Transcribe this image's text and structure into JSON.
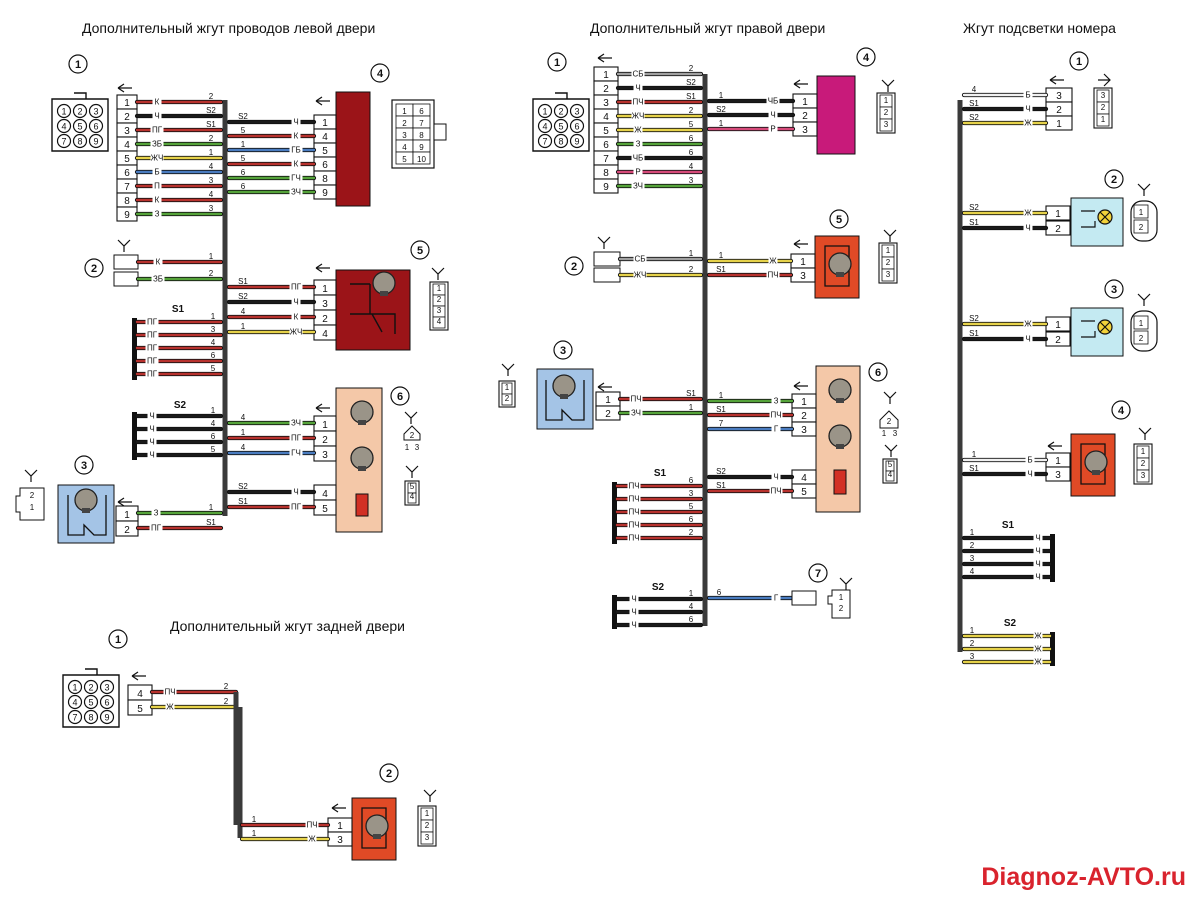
{
  "titles": {
    "left_door": "Дополнительный жгут проводов левой двери",
    "right_door": "Дополнительный жгут правой двери",
    "plate": "Жгут подсветки номера",
    "rear_door": "Дополнительный жгут задней двери"
  },
  "site_label": "Diagnoz-AVTO.ru",
  "colors": {
    "red": "#b8322e",
    "black": "#1a1a1a",
    "green": "#55a33a",
    "blue": "#4a7cc0",
    "yellow": "#e6d24a",
    "white": "#f0f0f0",
    "gray": "#a0a0a0",
    "pink": "#d64a7a",
    "harness": "#3a3a3a",
    "comp_maroon": "#9b1418",
    "comp_magenta": "#c81a7a",
    "comp_orange": "#e04a26",
    "comp_peach": "#f4c8a8",
    "comp_blue": "#a4c4e6",
    "comp_cyan": "#c4eaf2"
  },
  "left_door": {
    "markers": [
      "1",
      "2",
      "3",
      "4",
      "5",
      "6"
    ],
    "c1_pins": [
      "1",
      "2",
      "3",
      "4",
      "5",
      "6",
      "7",
      "8",
      "9"
    ],
    "c1_wires": [
      {
        "label": "К",
        "end": "2",
        "color": "red"
      },
      {
        "label": "Ч",
        "end": "S2",
        "color": "black"
      },
      {
        "label": "ПГ",
        "end": "S1",
        "color": "red"
      },
      {
        "label": "ЗБ",
        "end": "2",
        "color": "green"
      },
      {
        "label": "ЖЧ",
        "end": "1",
        "color": "yellow"
      },
      {
        "label": "Б",
        "end": "4",
        "color": "blue"
      },
      {
        "label": "П",
        "end": "3",
        "color": "red"
      },
      {
        "label": "К",
        "end": "4",
        "color": "red"
      },
      {
        "label": "З",
        "end": "3",
        "color": "green"
      }
    ],
    "c4_pins": [
      "1",
      "2",
      "3",
      "4",
      "5",
      "6",
      "7",
      "8",
      "9"
    ],
    "c4_visible_pins": [
      "1",
      "4",
      "5",
      "6",
      "8",
      "9"
    ],
    "c4_wires": [
      {
        "start": "S2",
        "label": "Ч",
        "color": "black"
      },
      {
        "start": "5",
        "label": "К",
        "color": "red"
      },
      {
        "start": "1",
        "label": "ГБ",
        "color": "blue"
      },
      {
        "start": "5",
        "label": "К",
        "color": "red"
      },
      {
        "start": "6",
        "label": "ГЧ",
        "color": "green"
      },
      {
        "start": "6",
        "label": "ЗЧ",
        "color": "green"
      }
    ],
    "c4_face": [
      "1",
      "6",
      "2",
      "7",
      "3",
      "8",
      "4",
      "9",
      "5",
      "10"
    ],
    "c2_wires": [
      {
        "label": "К",
        "end": "1",
        "color": "red"
      },
      {
        "label": "ЗБ",
        "end": "2",
        "color": "green"
      }
    ],
    "c5_wires": [
      {
        "start": "S1",
        "label": "ПГ",
        "pin": "1",
        "color": "red"
      },
      {
        "start": "S2",
        "label": "Ч",
        "pin": "3",
        "color": "black"
      },
      {
        "start": "4",
        "label": "К",
        "pin": "2",
        "color": "red"
      },
      {
        "start": "1",
        "label": "ЖЧ",
        "pin": "4",
        "color": "yellow"
      }
    ],
    "c5_face": [
      "1",
      "2",
      "3",
      "4"
    ],
    "s1_label": "S1",
    "s1_wires": [
      {
        "label": "ПГ",
        "end": "1"
      },
      {
        "label": "ПГ",
        "end": "3"
      },
      {
        "label": "ПГ",
        "end": "4"
      },
      {
        "label": "ПГ",
        "end": "6"
      },
      {
        "label": "ПГ",
        "end": "5"
      }
    ],
    "s2_label": "S2",
    "s2_wires": [
      {
        "label": "Ч",
        "end": "1"
      },
      {
        "label": "Ч",
        "end": "4"
      },
      {
        "label": "Ч",
        "end": "6"
      },
      {
        "label": "Ч",
        "end": "5"
      }
    ],
    "c6_wires": [
      {
        "start": "4",
        "label": "ЗЧ",
        "pin": "1",
        "color": "green"
      },
      {
        "start": "1",
        "label": "ПГ",
        "pin": "2",
        "color": "red"
      },
      {
        "start": "4",
        "label": "ГЧ",
        "pin": "3",
        "color": "blue"
      },
      {
        "start": "S2",
        "label": "Ч",
        "pin": "4",
        "color": "black"
      },
      {
        "start": "S1",
        "label": "ПГ",
        "pin": "5",
        "color": "red"
      }
    ],
    "c6_face_a": [
      "2",
      "1",
      "3"
    ],
    "c6_face_b": [
      "5",
      "4"
    ],
    "c3_wires": [
      {
        "label": "З",
        "end": "1",
        "pin": "1",
        "color": "green"
      },
      {
        "label": "ПГ",
        "end": "S1",
        "pin": "2",
        "color": "red"
      }
    ],
    "c3_face": [
      "2",
      "1"
    ]
  },
  "right_door": {
    "markers": [
      "1",
      "2",
      "3",
      "4",
      "5",
      "6",
      "7"
    ],
    "c1_pins": [
      "1",
      "2",
      "3",
      "4",
      "5",
      "6",
      "7",
      "8",
      "9"
    ],
    "c1_wires": [
      {
        "label": "СБ",
        "end": "2",
        "color": "gray"
      },
      {
        "label": "Ч",
        "end": "S2",
        "color": "black"
      },
      {
        "label": "ПЧ",
        "end": "S1",
        "color": "red"
      },
      {
        "label": "ЖЧ",
        "end": "2",
        "color": "yellow"
      },
      {
        "label": "Ж",
        "end": "5",
        "color": "yellow"
      },
      {
        "label": "З",
        "end": "6",
        "color": "green"
      },
      {
        "label": "ЧБ",
        "end": "6",
        "color": "black"
      },
      {
        "label": "Р",
        "end": "4",
        "color": "pink"
      },
      {
        "label": "ЗЧ",
        "end": "3",
        "color": "green"
      }
    ],
    "c4_wires": [
      {
        "start": "1",
        "label": "ЧБ",
        "pin": "1",
        "color": "black"
      },
      {
        "start": "S2",
        "label": "Ч",
        "pin": "2",
        "color": "black"
      },
      {
        "start": "1",
        "label": "Р",
        "pin": "3",
        "color": "pink"
      }
    ],
    "c4_face": [
      "1",
      "2",
      "3"
    ],
    "c2_wires": [
      {
        "label": "СБ",
        "end": "1",
        "color": "gray"
      },
      {
        "label": "ЖЧ",
        "end": "2",
        "color": "yellow"
      }
    ],
    "c5_wires": [
      {
        "start": "1",
        "label": "Ж",
        "pin": "1",
        "color": "yellow"
      },
      {
        "start": "S1",
        "label": "ПЧ",
        "pin": "3",
        "color": "red"
      }
    ],
    "c5_face": [
      "1",
      "2",
      "3"
    ],
    "c3_wires": [
      {
        "label": "ПЧ",
        "end": "S1",
        "pin": "1",
        "color": "red"
      },
      {
        "label": "ЗЧ",
        "end": "1",
        "pin": "2",
        "color": "green"
      }
    ],
    "c3_face": [
      "1",
      "2"
    ],
    "c6_wires": [
      {
        "start": "1",
        "label": "З",
        "pin": "1",
        "color": "green"
      },
      {
        "start": "S1",
        "label": "ПЧ",
        "pin": "2",
        "color": "red"
      },
      {
        "start": "7",
        "label": "Г",
        "pin": "3",
        "color": "blue"
      },
      {
        "start": "S2",
        "label": "Ч",
        "pin": "4",
        "color": "black"
      },
      {
        "start": "S1",
        "label": "ПЧ",
        "pin": "5",
        "color": "red"
      }
    ],
    "c6_face_a": [
      "2",
      "1",
      "3"
    ],
    "c6_face_b": [
      "5",
      "4"
    ],
    "s1_label": "S1",
    "s1_wires": [
      {
        "label": "ПЧ",
        "end": "6"
      },
      {
        "label": "ПЧ",
        "end": "3"
      },
      {
        "label": "ПЧ",
        "end": "5"
      },
      {
        "label": "ПЧ",
        "end": "6"
      },
      {
        "label": "ПЧ",
        "end": "2"
      }
    ],
    "s2_label": "S2",
    "s2_wires": [
      {
        "label": "Ч",
        "end": "1"
      },
      {
        "label": "Ч",
        "end": "4"
      },
      {
        "label": "Ч",
        "end": "6"
      }
    ],
    "c7_wire": {
      "start": "6",
      "label": "Г",
      "color": "blue"
    },
    "c7_face": [
      "1",
      "2"
    ]
  },
  "plate": {
    "markers": [
      "1",
      "2",
      "3",
      "4"
    ],
    "c1_wires": [
      {
        "start": "4",
        "label": "Б",
        "pin": "3",
        "color": "white"
      },
      {
        "start": "S1",
        "label": "Ч",
        "pin": "2",
        "color": "black"
      },
      {
        "start": "S2",
        "label": "Ж",
        "pin": "1",
        "color": "yellow"
      }
    ],
    "c1_face": [
      "3",
      "2",
      "1"
    ],
    "c2_wires": [
      {
        "start": "S2",
        "label": "Ж",
        "pin": "1",
        "color": "yellow"
      },
      {
        "start": "S1",
        "label": "Ч",
        "pin": "2",
        "color": "black"
      }
    ],
    "c2_face": [
      "1",
      "2"
    ],
    "c3_wires": [
      {
        "start": "S2",
        "label": "Ж",
        "pin": "1",
        "color": "yellow"
      },
      {
        "start": "S1",
        "label": "Ч",
        "pin": "2",
        "color": "black"
      }
    ],
    "c3_face": [
      "1",
      "2"
    ],
    "c4_wires": [
      {
        "start": "1",
        "label": "Б",
        "pin": "1",
        "color": "white"
      },
      {
        "start": "S1",
        "label": "Ч",
        "pin": "3",
        "color": "black"
      }
    ],
    "c4_face": [
      "1",
      "2",
      "3"
    ],
    "s1_label": "S1",
    "s1_wires": [
      {
        "start": "1",
        "label": "Ч"
      },
      {
        "start": "2",
        "label": "Ч"
      },
      {
        "start": "3",
        "label": "Ч"
      },
      {
        "start": "4",
        "label": "Ч"
      }
    ],
    "s2_label": "S2",
    "s2_wires": [
      {
        "start": "1",
        "label": "Ж"
      },
      {
        "start": "2",
        "label": "Ж"
      },
      {
        "start": "3",
        "label": "Ж"
      }
    ]
  },
  "rear_door": {
    "markers": [
      "1",
      "2"
    ],
    "c1_wires": [
      {
        "pin": "4",
        "label": "ПЧ",
        "end": "2",
        "color": "red"
      },
      {
        "pin": "5",
        "label": "Ж",
        "end": "2",
        "color": "yellow"
      }
    ],
    "c2_wires": [
      {
        "start": "1",
        "label": "ПЧ",
        "pin": "1",
        "color": "red"
      },
      {
        "start": "1",
        "label": "Ж",
        "pin": "3",
        "color": "yellow"
      }
    ],
    "c2_face": [
      "1",
      "2",
      "3"
    ]
  },
  "connector_face_9pin": [
    "1",
    "2",
    "3",
    "4",
    "5",
    "6",
    "7",
    "8",
    "9"
  ]
}
